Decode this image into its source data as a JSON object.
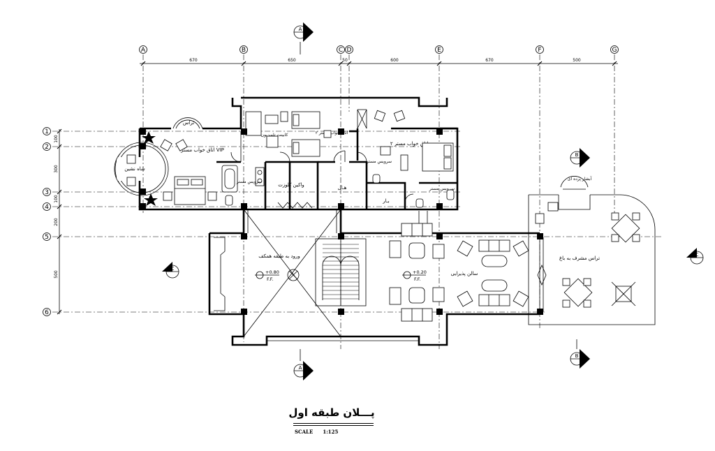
{
  "plan": {
    "title": "پـــلان طبقه اول",
    "scale_label": "SCALE",
    "scale_value": "1:125",
    "axes_letters": [
      "A",
      "B",
      "C",
      "D",
      "E",
      "F",
      "G"
    ],
    "axes_numbers": [
      "1",
      "2",
      "3",
      "4",
      "5",
      "6"
    ],
    "dims_top": [
      "670",
      "650",
      "50",
      "600",
      "670",
      "500"
    ],
    "dims_left": [
      "100",
      "300",
      "100",
      "200",
      "500"
    ],
    "section_marks": {
      "a": "A",
      "b": "B",
      "c": "C"
    },
    "rooms": {
      "terrace_small": "تراس",
      "shahneshin": "شاه نشین",
      "vip_bedroom": "اتاق خواب مستر VIP",
      "bedroom2": "اتاق خواب مستر ۲",
      "bedroom2b": "اتاق خواب مستر ۲",
      "tv_cabinet": "کابینت تلویزیون",
      "wc_master1": "سرویس مستر",
      "walkin": "واکین کلوزت",
      "wc_master2": "سرویس مستر",
      "wc_master3": "سرویس مستر",
      "hall": "هـال",
      "bar": "بـار",
      "entrance": "ورود به طبقه همکف",
      "reception": "سالن پذیرایی",
      "garden_terrace": "تراس مشرف به باغ",
      "waterfall": "آبشار پرده ای"
    },
    "levels": {
      "entrance": "+0.80",
      "reception": "+0.20",
      "unit": "F.F."
    }
  }
}
